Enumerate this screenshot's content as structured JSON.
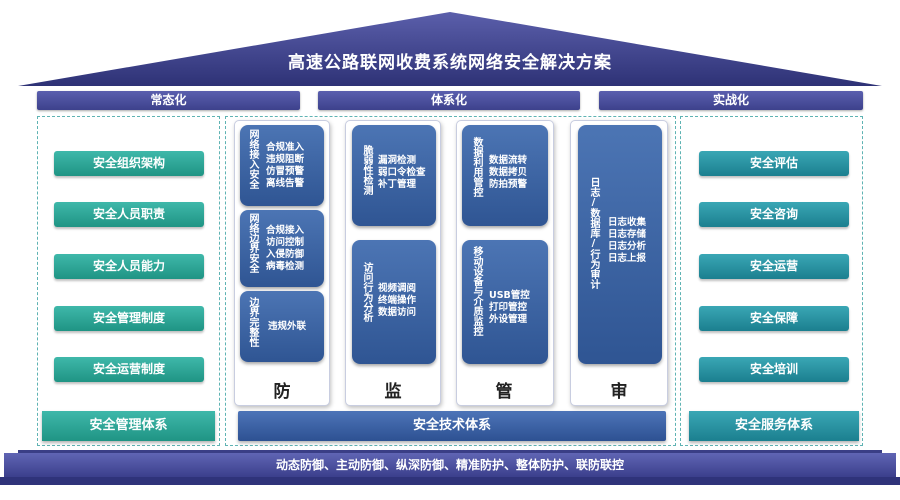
{
  "title": "高速公路联网收费系统网络安全解决方案",
  "categories": [
    "常态化",
    "体系化",
    "实战化"
  ],
  "left_items": [
    "安全组织架构",
    "安全人员职责",
    "安全人员能力",
    "安全管理制度",
    "安全运营制度"
  ],
  "left_system": "安全管理体系",
  "right_items": [
    "安全评估",
    "安全咨询",
    "安全运营",
    "安全保障",
    "安全培训"
  ],
  "right_system": "安全服务体系",
  "center_system": "安全技术体系",
  "bottom_bar": "动态防御、主动防御、纵深防御、精准防护、整体防护、联防联控",
  "pillars": [
    {
      "label": "防",
      "cards": [
        {
          "title": "网络接入安全",
          "lines": [
            "合规准入",
            "违规阻断",
            "仿冒预警",
            "离线告警"
          ]
        },
        {
          "title": "网络边界安全",
          "lines": [
            "合规接入",
            "访问控制",
            "入侵防御",
            "病毒检测"
          ]
        },
        {
          "title": "边界完整性",
          "lines": [
            "违规外联"
          ]
        }
      ]
    },
    {
      "label": "监",
      "cards": [
        {
          "title": "脆弱性检测",
          "lines": [
            "漏洞检测",
            "弱口令检查",
            "补丁管理"
          ]
        },
        {
          "title": "访问行为分析",
          "lines": [
            "视频调阅",
            "终端操作",
            "数据访问"
          ]
        }
      ]
    },
    {
      "label": "管",
      "cards": [
        {
          "title": "数据利用管控",
          "lines": [
            "数据流转",
            "数据拷贝",
            "防拍预警"
          ]
        },
        {
          "title": "移动设备与介质监控",
          "lines": [
            "USB管控",
            "打印管控",
            "外设管理"
          ]
        }
      ]
    },
    {
      "label": "审",
      "cards": [
        {
          "title": "日志/数据库/行为审计",
          "lines": [
            "日志收集",
            "日志存储",
            "日志分析",
            "日志上报"
          ]
        }
      ]
    }
  ]
}
